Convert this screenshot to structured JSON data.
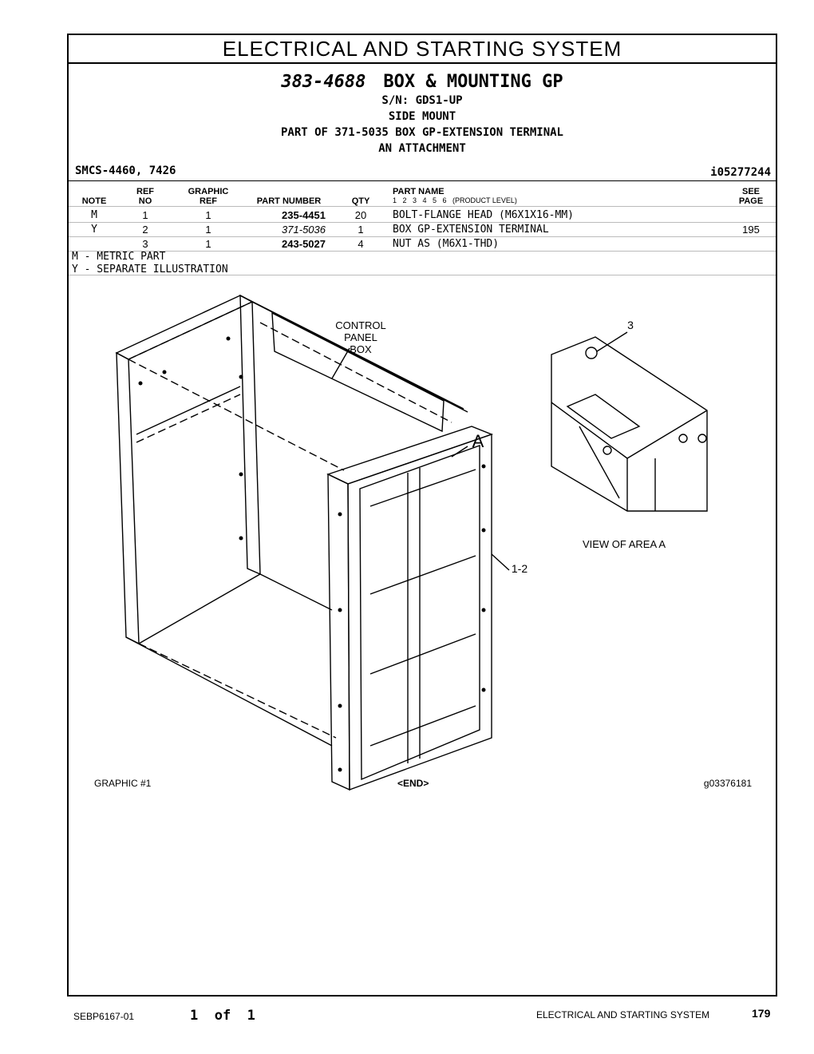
{
  "section_title": "ELECTRICAL AND STARTING SYSTEM",
  "header": {
    "part_number": "383-4688",
    "part_name": "BOX & MOUNTING GP",
    "serial": "S/N: GDS1-UP",
    "mount": "SIDE MOUNT",
    "part_of": "PART OF 371-5035 BOX GP-EXTENSION TERMINAL",
    "attachment": "AN ATTACHMENT"
  },
  "smcs": "SMCS-4460, 7426",
  "illustration_id": "i05277244",
  "columns": {
    "note": "NOTE",
    "ref_no": [
      "REF",
      "NO"
    ],
    "graphic_ref": [
      "GRAPHIC",
      "REF"
    ],
    "part_number": "PART NUMBER",
    "qty": "QTY",
    "part_name": "PART NAME",
    "product_level": "1   2   3   4   5   6   (PRODUCT LEVEL)",
    "see_page": [
      "SEE",
      "PAGE"
    ]
  },
  "rows": [
    {
      "note": "M",
      "ref": "1",
      "graphic": "1",
      "part_number": "235-4451",
      "qty": "20",
      "name": "BOLT-FLANGE HEAD (M6X1X16-MM)",
      "page": ""
    },
    {
      "note": "Y",
      "ref": "2",
      "graphic": "1",
      "part_number": "371-5036",
      "qty": "1",
      "name": "BOX GP-EXTENSION TERMINAL",
      "page": "195"
    },
    {
      "note": "",
      "ref": "3",
      "graphic": "1",
      "part_number": "243-5027",
      "qty": "4",
      "name": "NUT AS (M6X1-THD)",
      "page": ""
    }
  ],
  "legend": [
    "M - METRIC PART",
    "Y - SEPARATE ILLUSTRATION"
  ],
  "illustration": {
    "callout_control_panel": [
      "CONTROL",
      "PANEL",
      "BOX"
    ],
    "callout_a": "A",
    "callout_1_2": "1-2",
    "callout_3": "3",
    "view_label": "VIEW OF AREA A"
  },
  "graphic_label": "GRAPHIC #1",
  "end_label": "<END>",
  "graphic_id": "g03376181",
  "footer": {
    "doc": "SEBP6167-01",
    "pages": "1  of  1",
    "section": "ELECTRICAL AND STARTING SYSTEM",
    "page": "179"
  }
}
